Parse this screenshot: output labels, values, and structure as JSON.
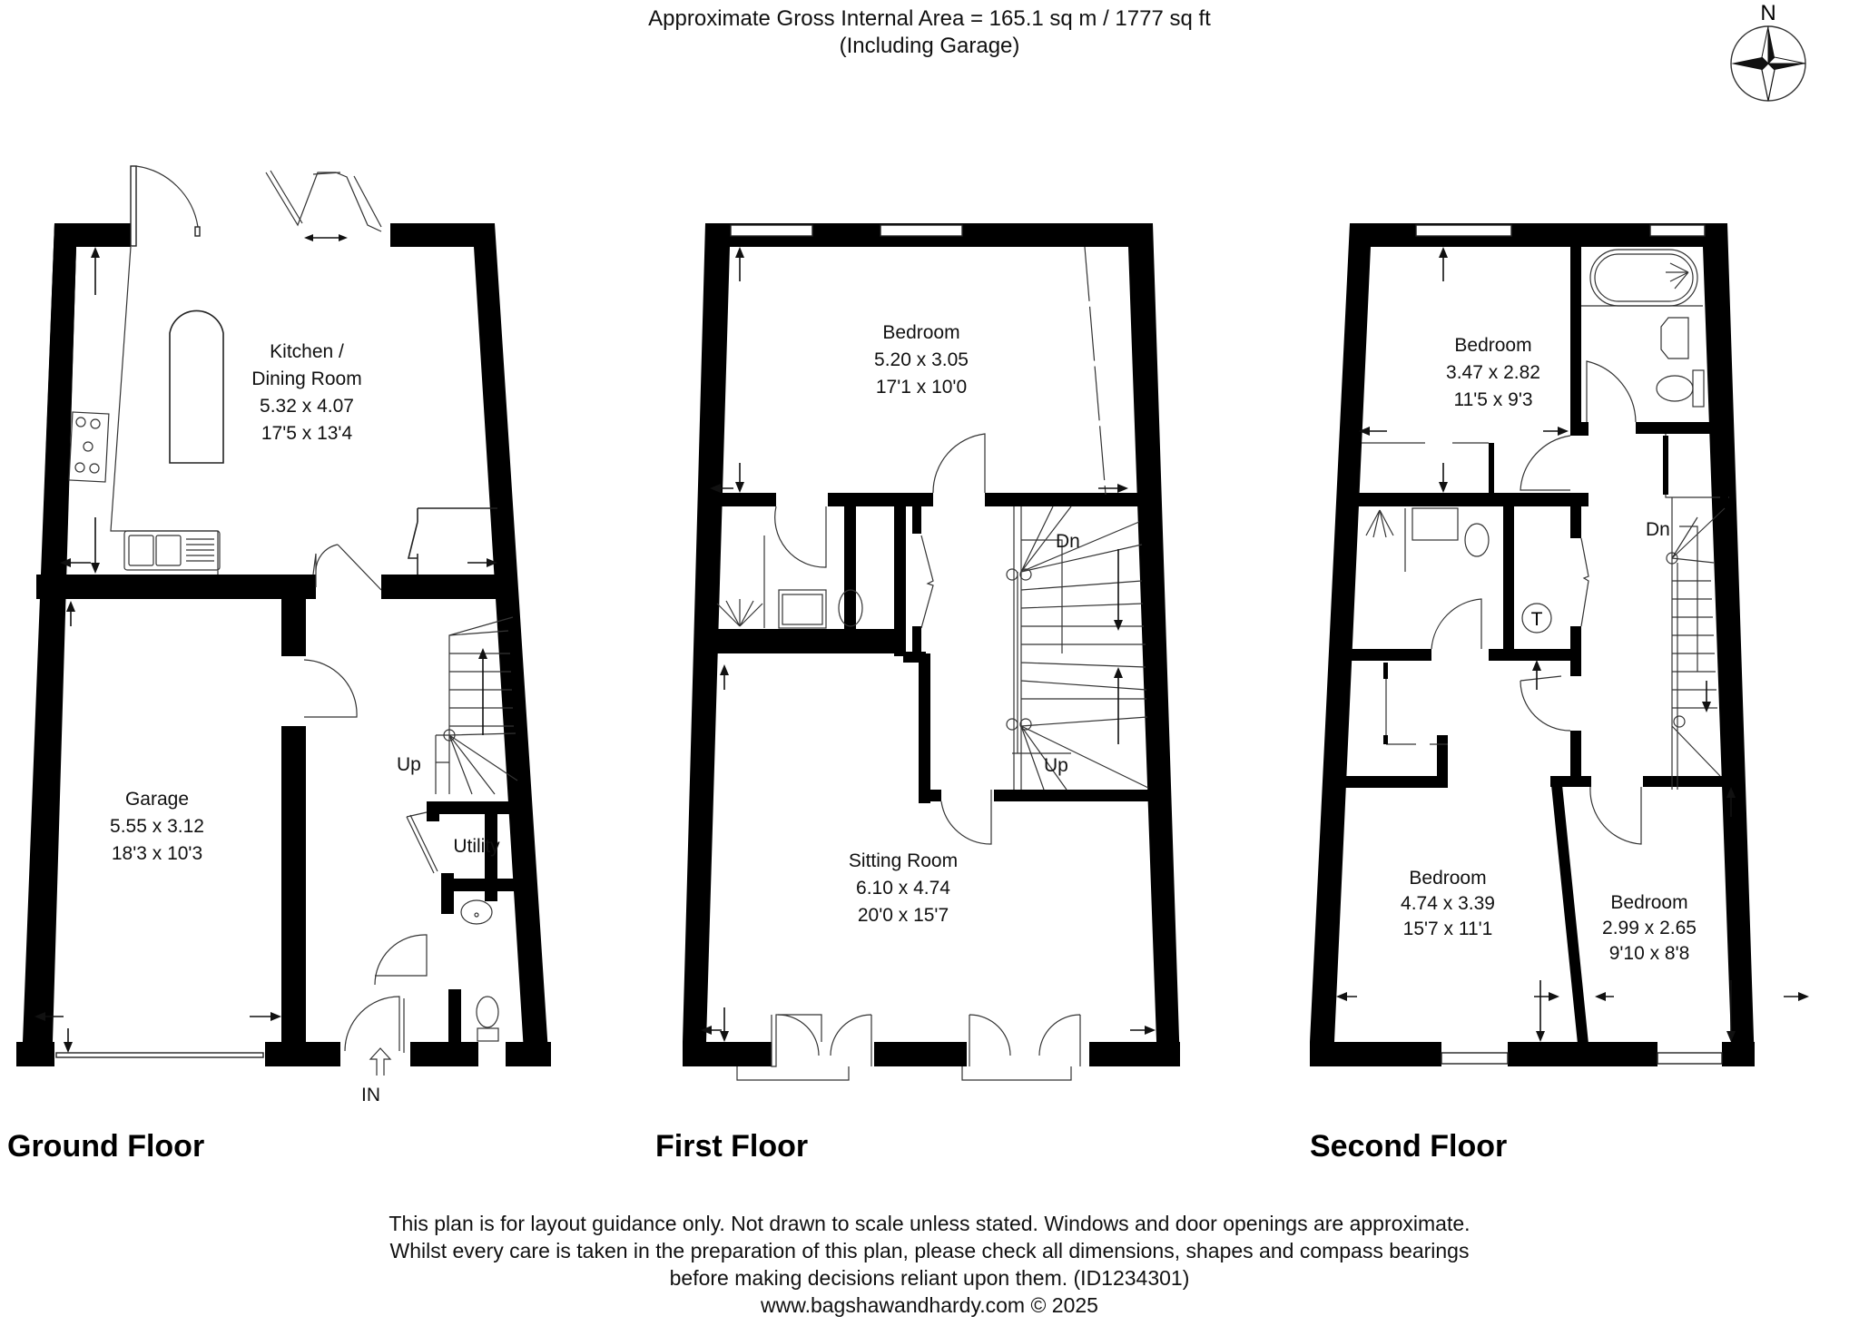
{
  "header": {
    "area_line": "Approximate Gross Internal Area = 165.1 sq m / 1777 sq ft",
    "note_line": "(Including Garage)"
  },
  "compass": {
    "label": "N",
    "icon": "compass-rose-icon"
  },
  "floors": {
    "ground": {
      "title": "Ground Floor",
      "rooms": {
        "kitchen": {
          "name_line1": "Kitchen /",
          "name_line2": "Dining Room",
          "metric": "5.32 x 4.07",
          "imperial": "17'5 x 13'4"
        },
        "garage": {
          "name": "Garage",
          "metric": "5.55 x 3.12",
          "imperial": "18'3 x 10'3"
        },
        "utility": {
          "name": "Utility"
        }
      },
      "stairs_label": "Up",
      "entrance_label": "IN"
    },
    "first": {
      "title": "First Floor",
      "rooms": {
        "bedroom": {
          "name": "Bedroom",
          "metric": "5.20 x 3.05",
          "imperial": "17'1 x 10'0"
        },
        "sitting": {
          "name": "Sitting Room",
          "metric": "6.10 x 4.74",
          "imperial": "20'0 x 15'7"
        }
      },
      "stairs_down_label": "Dn",
      "stairs_up_label": "Up"
    },
    "second": {
      "title": "Second Floor",
      "rooms": {
        "bedroom_a": {
          "name": "Bedroom",
          "metric": "3.47 x 2.82",
          "imperial": "11'5 x 9'3"
        },
        "bedroom_b": {
          "name": "Bedroom",
          "metric": "4.74 x 3.39",
          "imperial": "15'7 x 11'1"
        },
        "bedroom_c": {
          "name": "Bedroom",
          "metric": "2.99 x 2.65",
          "imperial": "9'10 x 8'8"
        }
      },
      "stairs_down_label": "Dn",
      "tank_label": "T"
    }
  },
  "footer": {
    "line1": "This plan is for layout guidance only. Not drawn to scale unless stated. Windows and door openings are approximate.",
    "line2": "Whilst every care is taken in the preparation of this plan, please check all dimensions, shapes and compass bearings",
    "line3": "before making decisions reliant upon them. (ID1234301)",
    "line4": "www.bagshawandhardy.com © 2025"
  }
}
